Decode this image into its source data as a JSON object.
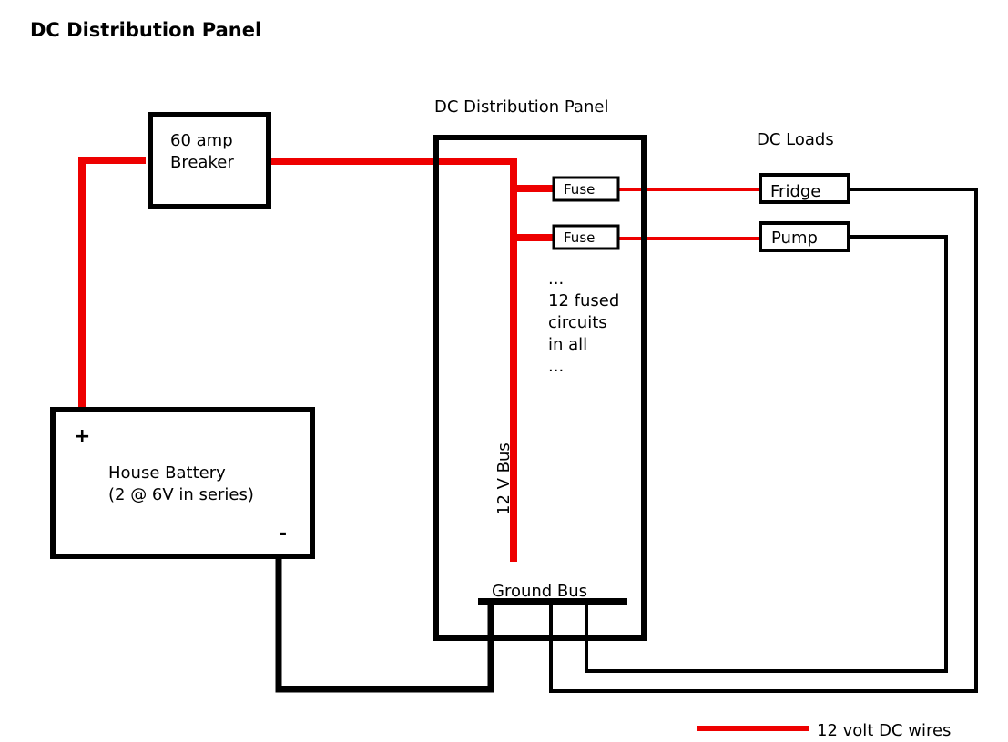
{
  "diagram": {
    "title": "DC Distribution Panel",
    "colors": {
      "positive_wire": "#ee0000",
      "ground_wire": "#000000",
      "background": "#ffffff"
    },
    "breaker": {
      "line1": "60 amp",
      "line2": "Breaker"
    },
    "panel": {
      "label": "DC Distribution Panel",
      "bus_label": "12 V Bus",
      "ground_bus_label": "Ground Bus",
      "fuses": [
        {
          "label": "Fuse"
        },
        {
          "label": "Fuse"
        }
      ],
      "note_lines": [
        "...",
        "12 fused",
        "circuits",
        "in all",
        "..."
      ]
    },
    "loads": {
      "label": "DC Loads",
      "items": [
        {
          "label": "Fridge"
        },
        {
          "label": "Pump"
        }
      ]
    },
    "battery": {
      "line1": "House Battery",
      "line2": "(2 @ 6V in series)",
      "positive_terminal": "+",
      "negative_terminal": "-"
    },
    "legend": {
      "items": [
        {
          "label": "12 volt DC wires",
          "color": "#ee0000"
        }
      ]
    }
  }
}
